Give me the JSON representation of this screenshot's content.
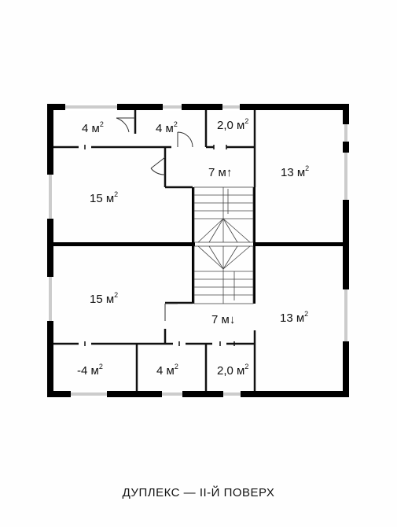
{
  "caption": "ДУПЛЕКС — ІІ-Й ПОВЕРХ",
  "unit": "м",
  "unit_exp": "2",
  "rooms": {
    "top_wc_left": {
      "area": "4",
      "arrow": ""
    },
    "top_bath": {
      "area": "4",
      "arrow": ""
    },
    "top_closet": {
      "area": "2,0",
      "arrow": ""
    },
    "top_hall": {
      "area": "7",
      "arrow": "↑"
    },
    "top_bedroom_right": {
      "area": "13",
      "arrow": ""
    },
    "top_bedroom_left": {
      "area": "15",
      "arrow": ""
    },
    "bottom_bedroom_left": {
      "area": "15",
      "arrow": ""
    },
    "bottom_hall": {
      "area": "7",
      "arrow": "↓"
    },
    "bottom_bedroom_right": {
      "area": "13",
      "arrow": ""
    },
    "bottom_wc_left": {
      "area": "-4",
      "arrow": ""
    },
    "bottom_bath": {
      "area": "4",
      "arrow": ""
    },
    "bottom_closet": {
      "area": "2,0",
      "arrow": ""
    }
  },
  "colors": {
    "wall": "#000000",
    "line": "#333333",
    "window": "#9a9a9a"
  }
}
